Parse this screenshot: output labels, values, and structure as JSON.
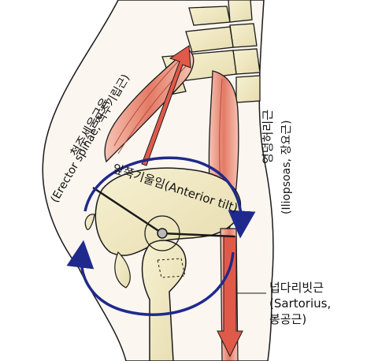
{
  "labels": {
    "erector_ko": "척주세움근육",
    "erector_en": "(Erector spinae, 척추기립근)",
    "iliopsoas_ko": "엉덩허리근",
    "iliopsoas_en": "(Iliopsoas, 장요근)",
    "tilt": "앞쪽기울임(Anterior tilt)",
    "sartorius_ko": "넙다리빗근",
    "sartorius_en": "(Sartorius,",
    "sartorius_alt": "봉공근)"
  },
  "colors": {
    "outline": "#1a1a1a",
    "bone": "#f3ecc6",
    "bone_shade": "#e2d7a8",
    "skin": "#fbf6f0",
    "muscle": "#e07a68",
    "muscle_light": "#f3b8a8",
    "rotation_arrow": "#1f2a8c",
    "force_arrow": "#d9534f"
  },
  "icons": {
    "rotation": "curved-rotation-arrow-icon",
    "force": "downward-force-arrow-icon"
  }
}
